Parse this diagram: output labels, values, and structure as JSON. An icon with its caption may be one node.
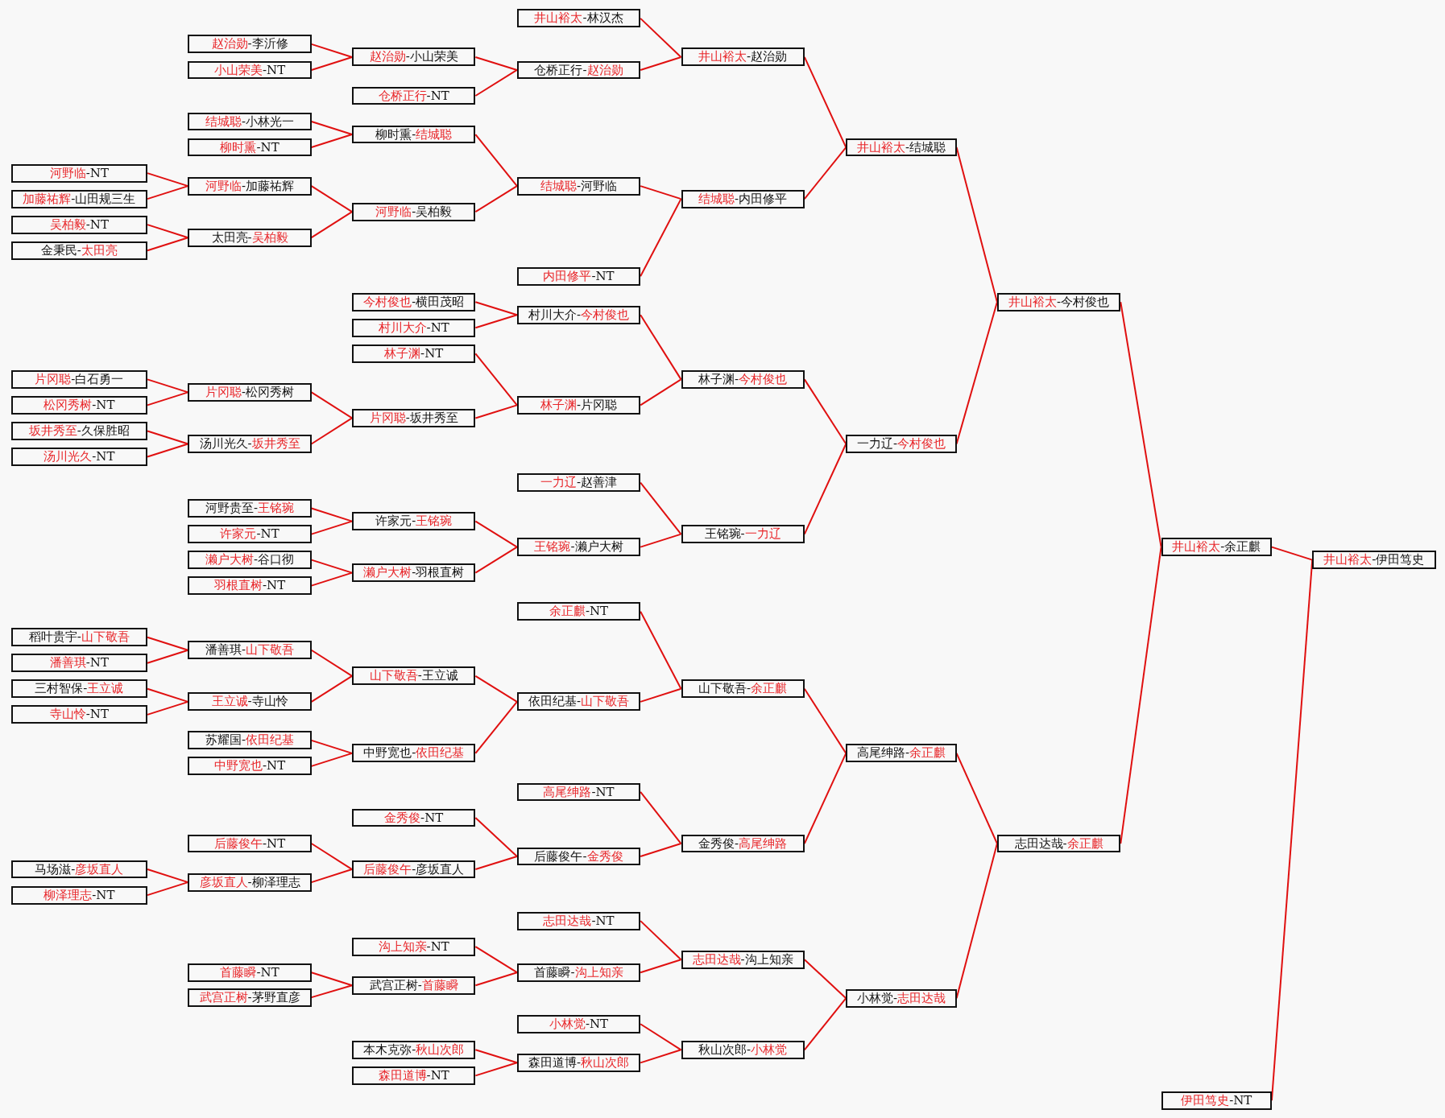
{
  "diagram": {
    "nodes": [
      {
        "text": [
          "河野临-NT"
        ]
      },
      {
        "text": [
          "加藤祐辉-山田规三生"
        ]
      },
      {
        "text": [
          "吴柏毅-NT"
        ]
      },
      {
        "text": [
          "金秉民-太田亮"
        ]
      },
      {
        "text": [
          "片冈聪-白石勇一"
        ]
      },
      {
        "text": [
          "松冈秀树-NT"
        ]
      },
      {
        "text": [
          "坂井秀至-久保胜昭"
        ]
      },
      {
        "text": [
          "汤川光久-NT"
        ]
      },
      {
        "text": [
          "稻叶贵宇-山下敬吾"
        ]
      },
      {
        "text": [
          "潘善琪-NT"
        ]
      },
      {
        "text": [
          "三村智保-王立诚"
        ]
      },
      {
        "text": [
          "寺山怜-NT"
        ]
      },
      {
        "text": [
          "马场滋-彦坂直人"
        ]
      },
      {
        "text": [
          "柳泽理志-NT"
        ]
      },
      {
        "text": [
          "赵治勋-李沂修"
        ]
      },
      {
        "text": [
          "小山荣美-NT"
        ]
      },
      {
        "text": [
          "结城聪-小林光一"
        ]
      },
      {
        "text": [
          "柳时熏-NT"
        ]
      },
      {
        "text": [
          "河野临-加藤祐辉"
        ]
      },
      {
        "text": [
          "太田亮-吴柏毅"
        ]
      },
      {
        "text": [
          "片冈聪-松冈秀树"
        ]
      },
      {
        "text": [
          "汤川光久-坂井秀至"
        ]
      },
      {
        "text": [
          "河野贵至-王铭琬"
        ]
      },
      {
        "text": [
          "许家元-NT"
        ]
      },
      {
        "text": [
          "濑户大树-谷口彻"
        ]
      },
      {
        "text": [
          "羽根直树-NT"
        ]
      },
      {
        "text": [
          "潘善琪-山下敬吾"
        ]
      },
      {
        "text": [
          "王立诚-寺山怜"
        ]
      },
      {
        "text": [
          "苏耀国-依田纪基"
        ]
      },
      {
        "text": [
          "中野宽也-NT"
        ]
      },
      {
        "text": [
          "后藤俊午-NT"
        ]
      },
      {
        "text": [
          "彦坂直人-柳泽理志"
        ]
      },
      {
        "text": [
          "首藤瞬-NT"
        ]
      },
      {
        "text": [
          "武宫正树-茅野直彦"
        ]
      },
      {
        "text": [
          "赵治勋-小山荣美"
        ]
      },
      {
        "text": [
          "仓桥正行-NT"
        ]
      },
      {
        "text": [
          "柳时熏-结城聪"
        ]
      },
      {
        "text": [
          "河野临-吴柏毅"
        ]
      },
      {
        "text": [
          "今村俊也-横田茂昭"
        ]
      },
      {
        "text": [
          "村川大介-NT"
        ]
      },
      {
        "text": [
          "林子渊-NT"
        ]
      },
      {
        "text": [
          "片冈聪-坂井秀至"
        ]
      },
      {
        "text": [
          "许家元-王铭琬"
        ]
      },
      {
        "text": [
          "濑户大树-羽根直树"
        ]
      },
      {
        "text": [
          "山下敬吾-王立诚"
        ]
      },
      {
        "text": [
          "中野宽也-依田纪基"
        ]
      },
      {
        "text": [
          "金秀俊-NT"
        ]
      },
      {
        "text": [
          "后藤俊午-彦坂直人"
        ]
      },
      {
        "text": [
          "沟上知亲-NT"
        ]
      },
      {
        "text": [
          "武宫正树-首藤瞬"
        ]
      },
      {
        "text": [
          "本木克弥-秋山次郎"
        ]
      },
      {
        "text": [
          "森田道博-NT"
        ]
      },
      {
        "text": [
          "井山裕太-林汉杰"
        ]
      },
      {
        "text": [
          "仓桥正行-赵治勋"
        ]
      },
      {
        "text": [
          "结城聪-河野临"
        ]
      },
      {
        "text": [
          "内田修平-NT"
        ]
      },
      {
        "text": [
          "村川大介-今村俊也"
        ]
      },
      {
        "text": [
          "林子渊-片冈聪"
        ]
      },
      {
        "text": [
          "一力辽-赵善津"
        ]
      },
      {
        "text": [
          "王铭琬-濑户大树"
        ]
      },
      {
        "text": [
          "余正麒-NT"
        ]
      },
      {
        "text": [
          "依田纪基-山下敬吾"
        ]
      },
      {
        "text": [
          "高尾绅路-NT"
        ]
      },
      {
        "text": [
          "后藤俊午-金秀俊"
        ]
      },
      {
        "text": [
          "志田达哉-NT"
        ]
      },
      {
        "text": [
          "首藤瞬-沟上知亲"
        ]
      },
      {
        "text": [
          "小林觉-NT"
        ]
      },
      {
        "text": [
          "森田道博-秋山次郎"
        ]
      },
      {
        "text": [
          "井山裕太-赵治勋"
        ]
      },
      {
        "text": [
          "结城聪-内田修平"
        ]
      },
      {
        "text": [
          "林子渊-今村俊也"
        ]
      },
      {
        "text": [
          "王铭琬-一力辽"
        ]
      },
      {
        "text": [
          "山下敬吾-余正麒"
        ]
      },
      {
        "text": [
          "金秀俊-高尾绅路"
        ]
      },
      {
        "text": [
          "志田达哉-沟上知亲"
        ]
      },
      {
        "text": [
          "秋山次郎-小林觉"
        ]
      },
      {
        "text": [
          "井山裕太-结城聪"
        ]
      },
      {
        "text": [
          "一力辽-今村俊也"
        ]
      },
      {
        "text": [
          "高尾绅路-余正麒"
        ]
      },
      {
        "text": [
          "小林觉-志田达哉"
        ]
      },
      {
        "text": [
          "井山裕太-今村俊也"
        ]
      },
      {
        "text": [
          "志田达哉-余正麒"
        ]
      },
      {
        "text": [
          "井山裕太-余正麒"
        ]
      },
      {
        "text": [
          "伊田笃史-NT"
        ]
      },
      {
        "text": [
          "井山裕太-伊田笃史"
        ]
      }
    ],
    "edges": [
      {
        "from": 0,
        "to": 18,
        "arrow": "none"
      },
      {
        "from": 1,
        "to": 18,
        "arrow": "none"
      },
      {
        "from": 2,
        "to": 19,
        "arrow": "none"
      },
      {
        "from": 3,
        "to": 19,
        "arrow": "none"
      },
      {
        "from": 4,
        "to": 20,
        "arrow": "none"
      },
      {
        "from": 5,
        "to": 20,
        "arrow": "none"
      },
      {
        "from": 6,
        "to": 21,
        "arrow": "none"
      },
      {
        "from": 7,
        "to": 21,
        "arrow": "none"
      },
      {
        "from": 8,
        "to": 26,
        "arrow": "none"
      },
      {
        "from": 9,
        "to": 26,
        "arrow": "none"
      },
      {
        "from": 10,
        "to": 27,
        "arrow": "none"
      },
      {
        "from": 11,
        "to": 27,
        "arrow": "none"
      },
      {
        "from": 12,
        "to": 31,
        "arrow": "none"
      },
      {
        "from": 13,
        "to": 31,
        "arrow": "none"
      },
      {
        "from": 14,
        "to": 34,
        "arrow": "none"
      },
      {
        "from": 15,
        "to": 34,
        "arrow": "none"
      },
      {
        "from": 16,
        "to": 36,
        "arrow": "none"
      },
      {
        "from": 17,
        "to": 36,
        "arrow": "none"
      },
      {
        "from": 18,
        "to": 37,
        "arrow": "none"
      },
      {
        "from": 19,
        "to": 37,
        "arrow": "none"
      },
      {
        "from": 20,
        "to": 41,
        "arrow": "none"
      },
      {
        "from": 21,
        "to": 41,
        "arrow": "none"
      },
      {
        "from": 22,
        "to": 42,
        "arrow": "none"
      },
      {
        "from": 23,
        "to": 42,
        "arrow": "none"
      },
      {
        "from": 24,
        "to": 43,
        "arrow": "none"
      },
      {
        "from": 25,
        "to": 43,
        "arrow": "none"
      },
      {
        "from": 26,
        "to": 44,
        "arrow": "none"
      },
      {
        "from": 27,
        "to": 44,
        "arrow": "none"
      },
      {
        "from": 28,
        "to": 45,
        "arrow": "none"
      },
      {
        "from": 29,
        "to": 45,
        "arrow": "none"
      },
      {
        "from": 30,
        "to": 47,
        "arrow": "none"
      },
      {
        "from": 31,
        "to": 47,
        "arrow": "none"
      },
      {
        "from": 32,
        "to": 49,
        "arrow": "none"
      },
      {
        "from": 33,
        "to": 49,
        "arrow": "none"
      },
      {
        "from": 34,
        "to": 53,
        "arrow": "none"
      },
      {
        "from": 35,
        "to": 53,
        "arrow": "none"
      },
      {
        "from": 36,
        "to": 54,
        "arrow": "none"
      },
      {
        "from": 37,
        "to": 54,
        "arrow": "none"
      },
      {
        "from": 38,
        "to": 56,
        "arrow": "none"
      },
      {
        "from": 39,
        "to": 56,
        "arrow": "none"
      },
      {
        "from": 40,
        "to": 57,
        "arrow": "none"
      },
      {
        "from": 41,
        "to": 57,
        "arrow": "none"
      },
      {
        "from": 42,
        "to": 59,
        "arrow": "none"
      },
      {
        "from": 43,
        "to": 59,
        "arrow": "none"
      },
      {
        "from": 44,
        "to": 61,
        "arrow": "none"
      },
      {
        "from": 45,
        "to": 61,
        "arrow": "none"
      },
      {
        "from": 46,
        "to": 63,
        "arrow": "none"
      },
      {
        "from": 47,
        "to": 63,
        "arrow": "none"
      },
      {
        "from": 48,
        "to": 65,
        "arrow": "none"
      },
      {
        "from": 49,
        "to": 65,
        "arrow": "none"
      },
      {
        "from": 50,
        "to": 67,
        "arrow": "none"
      },
      {
        "from": 51,
        "to": 67,
        "arrow": "none"
      },
      {
        "from": 52,
        "to": 68,
        "arrow": "none"
      },
      {
        "from": 53,
        "to": 68,
        "arrow": "none"
      },
      {
        "from": 54,
        "to": 69,
        "arrow": "none"
      },
      {
        "from": 55,
        "to": 69,
        "arrow": "none"
      },
      {
        "from": 56,
        "to": 70,
        "arrow": "none"
      },
      {
        "from": 57,
        "to": 70,
        "arrow": "none"
      },
      {
        "from": 58,
        "to": 71,
        "arrow": "none"
      },
      {
        "from": 59,
        "to": 71,
        "arrow": "none"
      },
      {
        "from": 60,
        "to": 72,
        "arrow": "none"
      },
      {
        "from": 61,
        "to": 72,
        "arrow": "none"
      },
      {
        "from": 62,
        "to": 73,
        "arrow": "none"
      },
      {
        "from": 63,
        "to": 73,
        "arrow": "none"
      },
      {
        "from": 64,
        "to": 74,
        "arrow": "none"
      },
      {
        "from": 65,
        "to": 74,
        "arrow": "none"
      },
      {
        "from": 66,
        "to": 75,
        "arrow": "none"
      },
      {
        "from": 67,
        "to": 75,
        "arrow": "none"
      },
      {
        "from": 68,
        "to": 76,
        "arrow": "none"
      },
      {
        "from": 69,
        "to": 76,
        "arrow": "none"
      },
      {
        "from": 70,
        "to": 77,
        "arrow": "none"
      },
      {
        "from": 71,
        "to": 77,
        "arrow": "none"
      },
      {
        "from": 72,
        "to": 78,
        "arrow": "none"
      },
      {
        "from": 73,
        "to": 78,
        "arrow": "none"
      },
      {
        "from": 74,
        "to": 79,
        "arrow": "none"
      },
      {
        "from": 75,
        "to": 79,
        "arrow": "none"
      },
      {
        "from": 76,
        "to": 80,
        "arrow": "none"
      },
      {
        "from": 77,
        "to": 80,
        "arrow": "none"
      },
      {
        "from": 78,
        "to": 81,
        "arrow": "none"
      },
      {
        "from": 79,
        "to": 81,
        "arrow": "none"
      },
      {
        "from": 80,
        "to": 82,
        "arrow": "none"
      },
      {
        "from": 81,
        "to": 82,
        "arrow": "none"
      },
      {
        "from": 82,
        "to": 84,
        "arrow": "none"
      },
      {
        "from": 83,
        "to": 84,
        "arrow": "none"
      }
    ]
  }
}
